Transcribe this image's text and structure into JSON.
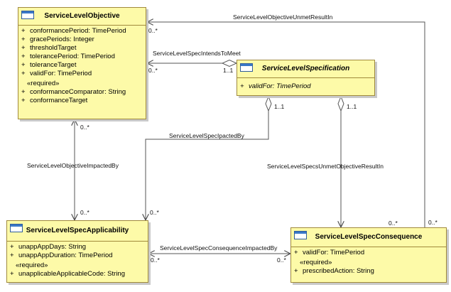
{
  "classes": {
    "slo": {
      "name": "ServiceLevelObjective",
      "attributes": [
        {
          "vis": "+",
          "text": "conformancePeriod: TimePeriod"
        },
        {
          "vis": "+",
          "text": "gracePeriods: Integer"
        },
        {
          "vis": "+",
          "text": "thresholdTarget"
        },
        {
          "vis": "+",
          "text": "tolerancePeriod: TimePeriod"
        },
        {
          "vis": "+",
          "text": "toleranceTarget"
        },
        {
          "vis": "+",
          "text": "validFor: TimePeriod"
        }
      ],
      "stereotype": "«required»",
      "required_attributes": [
        {
          "vis": "+",
          "text": "conformanceComparator: String"
        },
        {
          "vis": "+",
          "text": "conformanceTarget"
        }
      ]
    },
    "sls": {
      "name": "ServiceLevelSpecification",
      "attributes": [
        {
          "vis": "+",
          "text": "validFor: TimePeriod"
        }
      ]
    },
    "slsa": {
      "name": "ServiceLevelSpecApplicability",
      "attributes": [
        {
          "vis": "+",
          "text": "unappAppDays: String"
        },
        {
          "vis": "+",
          "text": "unappAppDuration: TimePeriod"
        }
      ],
      "stereotype": "«required»",
      "required_attributes": [
        {
          "vis": "+",
          "text": "unapplicableApplicableCode: String"
        }
      ]
    },
    "slsc": {
      "name": "ServiceLevelSpecConsequence",
      "attributes": [
        {
          "vis": "+",
          "text": "validFor: TimePeriod"
        }
      ],
      "stereotype": "«required»",
      "required_attributes": [
        {
          "vis": "+",
          "text": "prescribedAction: String"
        }
      ]
    }
  },
  "associations": {
    "unmet_result": "ServiceLevelObjectiveUnmetResultIn",
    "intends_to_meet": "ServiceLevelSpecIntendsToMeet",
    "spec_impacted_by": "ServiceLevelSpecIpactedBy",
    "objective_impacted_by": "ServiceLevelObjectiveImpactedBy",
    "specs_unmet_objective": "ServiceLevelSpecsUnmetObjectiveResultIn",
    "consequence_impacted_by": "ServiceLevelSpecConsequenceImpactedBy"
  },
  "multiplicities": {
    "unmet_slo": "0..*",
    "unmet_slsc": "0..*",
    "intends_slo": "0..*",
    "intends_sls": "1..1",
    "ipacted_sls": "1..1",
    "ipacted_slsa": "0..*",
    "specs_unmet_sls": "1..1",
    "specs_unmet_slsc": "0..*",
    "obj_impacted_slo": "0..*",
    "obj_impacted_slsa": "0..*",
    "cons_impacted_slsa": "0..*",
    "cons_impacted_slsc": "0..*"
  }
}
